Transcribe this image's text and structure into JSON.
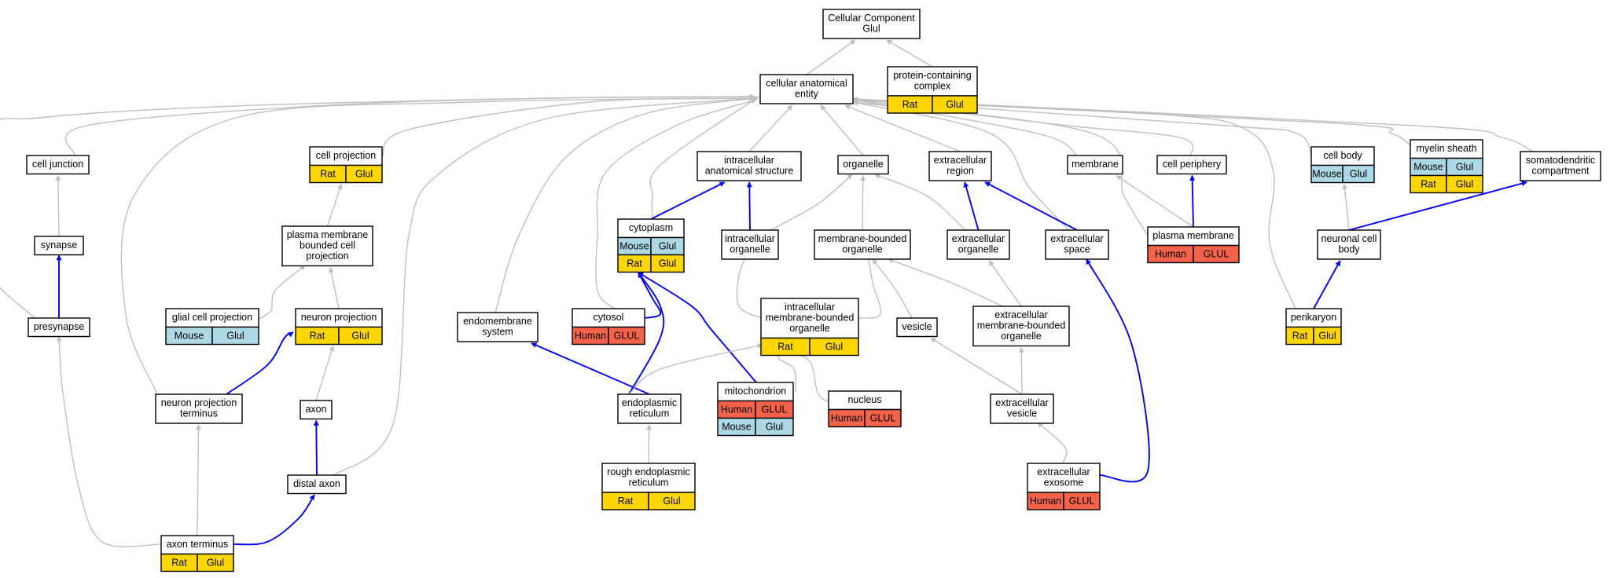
{
  "colors": {
    "rat": "#ffd700",
    "mouse": "#add8e6",
    "human": "#f4624a",
    "is_a_edge": "#c0c0c0",
    "part_of_edge": "#0000ff",
    "node_fill": "#ffffff"
  },
  "nodes": [
    {
      "id": "cc",
      "label": [
        "Cellular Component",
        "Glul"
      ],
      "annotations": []
    },
    {
      "id": "pcc",
      "label": [
        "protein-containing",
        "complex"
      ],
      "annotations": [
        {
          "species": "Rat",
          "gene": "Glul"
        }
      ]
    },
    {
      "id": "cae",
      "label": [
        "cellular anatomical",
        "entity"
      ],
      "annotations": []
    },
    {
      "id": "cj",
      "label": [
        "cell junction"
      ],
      "annotations": []
    },
    {
      "id": "cp",
      "label": [
        "cell projection"
      ],
      "annotations": [
        {
          "species": "Rat",
          "gene": "Glul"
        }
      ]
    },
    {
      "id": "ias",
      "label": [
        "intracellular",
        "anatomical structure"
      ],
      "annotations": []
    },
    {
      "id": "org",
      "label": [
        "organelle"
      ],
      "annotations": []
    },
    {
      "id": "er",
      "label": [
        "extracellular",
        "region"
      ],
      "annotations": []
    },
    {
      "id": "mem",
      "label": [
        "membrane"
      ],
      "annotations": []
    },
    {
      "id": "cper",
      "label": [
        "cell periphery"
      ],
      "annotations": []
    },
    {
      "id": "cb",
      "label": [
        "cell body"
      ],
      "annotations": [
        {
          "species": "Mouse",
          "gene": "Glul"
        }
      ]
    },
    {
      "id": "ms",
      "label": [
        "myelin sheath"
      ],
      "annotations": [
        {
          "species": "Mouse",
          "gene": "Glul"
        },
        {
          "species": "Rat",
          "gene": "Glul"
        }
      ]
    },
    {
      "id": "sdc",
      "label": [
        "somatodendritic",
        "compartment"
      ],
      "annotations": []
    },
    {
      "id": "syn",
      "label": [
        "synapse"
      ],
      "annotations": []
    },
    {
      "id": "pmbcp",
      "label": [
        "plasma membrane",
        "bounded cell",
        "projection"
      ],
      "annotations": []
    },
    {
      "id": "cyto",
      "label": [
        "cytoplasm"
      ],
      "annotations": [
        {
          "species": "Mouse",
          "gene": "Glul"
        },
        {
          "species": "Rat",
          "gene": "Glul"
        }
      ]
    },
    {
      "id": "io",
      "label": [
        "intracellular",
        "organelle"
      ],
      "annotations": []
    },
    {
      "id": "mbo",
      "label": [
        "membrane-bounded",
        "organelle"
      ],
      "annotations": []
    },
    {
      "id": "eo",
      "label": [
        "extracellular",
        "organelle"
      ],
      "annotations": []
    },
    {
      "id": "es",
      "label": [
        "extracellular",
        "space"
      ],
      "annotations": []
    },
    {
      "id": "pm",
      "label": [
        "plasma membrane"
      ],
      "annotations": [
        {
          "species": "Human",
          "gene": "GLUL"
        }
      ]
    },
    {
      "id": "ncb",
      "label": [
        "neuronal cell",
        "body"
      ],
      "annotations": []
    },
    {
      "id": "pre",
      "label": [
        "presynapse"
      ],
      "annotations": []
    },
    {
      "id": "gcp",
      "label": [
        "glial cell projection"
      ],
      "annotations": [
        {
          "species": "Mouse",
          "gene": "Glul"
        }
      ]
    },
    {
      "id": "np",
      "label": [
        "neuron projection"
      ],
      "annotations": [
        {
          "species": "Rat",
          "gene": "Glul"
        }
      ]
    },
    {
      "id": "ems",
      "label": [
        "endomembrane",
        "system"
      ],
      "annotations": []
    },
    {
      "id": "cytosol",
      "label": [
        "cytosol"
      ],
      "annotations": [
        {
          "species": "Human",
          "gene": "GLUL"
        }
      ]
    },
    {
      "id": "imbo",
      "label": [
        "intracellular",
        "membrane-bounded",
        "organelle"
      ],
      "annotations": [
        {
          "species": "Rat",
          "gene": "Glul"
        }
      ]
    },
    {
      "id": "ves",
      "label": [
        "vesicle"
      ],
      "annotations": []
    },
    {
      "id": "embo",
      "label": [
        "extracellular",
        "membrane-bounded",
        "organelle"
      ],
      "annotations": []
    },
    {
      "id": "peri",
      "label": [
        "perikaryon"
      ],
      "annotations": [
        {
          "species": "Rat",
          "gene": "Glul"
        }
      ]
    },
    {
      "id": "npt",
      "label": [
        "neuron projection",
        "terminus"
      ],
      "annotations": []
    },
    {
      "id": "axon",
      "label": [
        "axon"
      ],
      "annotations": []
    },
    {
      "id": "endo",
      "label": [
        "endoplasmic",
        "reticulum"
      ],
      "annotations": []
    },
    {
      "id": "mito",
      "label": [
        "mitochondrion"
      ],
      "annotations": [
        {
          "species": "Human",
          "gene": "GLUL"
        },
        {
          "species": "Mouse",
          "gene": "Glul"
        }
      ]
    },
    {
      "id": "nuc",
      "label": [
        "nucleus"
      ],
      "annotations": [
        {
          "species": "Human",
          "gene": "GLUL"
        }
      ]
    },
    {
      "id": "ev",
      "label": [
        "extracellular",
        "vesicle"
      ],
      "annotations": []
    },
    {
      "id": "dax",
      "label": [
        "distal axon"
      ],
      "annotations": []
    },
    {
      "id": "rer",
      "label": [
        "rough endoplasmic",
        "reticulum"
      ],
      "annotations": [
        {
          "species": "Rat",
          "gene": "Glul"
        }
      ]
    },
    {
      "id": "exo",
      "label": [
        "extracellular",
        "exosome"
      ],
      "annotations": [
        {
          "species": "Human",
          "gene": "GLUL"
        }
      ]
    },
    {
      "id": "at",
      "label": [
        "axon terminus"
      ],
      "annotations": [
        {
          "species": "Rat",
          "gene": "Glul"
        }
      ]
    }
  ],
  "edges": [
    {
      "from": "cae",
      "to": "cc",
      "type": "is_a"
    },
    {
      "from": "pcc",
      "to": "cc",
      "type": "is_a"
    },
    {
      "from": "cj",
      "to": "cae",
      "type": "is_a"
    },
    {
      "from": "cp",
      "to": "cae",
      "type": "is_a"
    },
    {
      "from": "ias",
      "to": "cae",
      "type": "is_a"
    },
    {
      "from": "org",
      "to": "cae",
      "type": "is_a"
    },
    {
      "from": "er",
      "to": "cae",
      "type": "is_a"
    },
    {
      "from": "mem",
      "to": "cae",
      "type": "is_a"
    },
    {
      "from": "cper",
      "to": "cae",
      "type": "is_a"
    },
    {
      "from": "cb",
      "to": "cae",
      "type": "is_a"
    },
    {
      "from": "ms",
      "to": "cae",
      "type": "is_a"
    },
    {
      "from": "sdc",
      "to": "cae",
      "type": "is_a"
    },
    {
      "from": "pre",
      "to": "cae",
      "type": "is_a"
    },
    {
      "from": "npt",
      "to": "cae",
      "type": "is_a"
    },
    {
      "from": "dax",
      "to": "cae",
      "type": "is_a"
    },
    {
      "from": "ems",
      "to": "cae",
      "type": "is_a"
    },
    {
      "from": "cytosol",
      "to": "cae",
      "type": "is_a"
    },
    {
      "from": "cyto",
      "to": "cae",
      "type": "is_a"
    },
    {
      "from": "es",
      "to": "cae",
      "type": "is_a"
    },
    {
      "from": "pm",
      "to": "cae",
      "type": "is_a"
    },
    {
      "from": "peri",
      "to": "cae",
      "type": "is_a"
    },
    {
      "from": "syn",
      "to": "cj",
      "type": "is_a"
    },
    {
      "from": "pre",
      "to": "syn",
      "type": "part_of"
    },
    {
      "from": "pmbcp",
      "to": "cp",
      "type": "is_a"
    },
    {
      "from": "gcp",
      "to": "pmbcp",
      "type": "is_a"
    },
    {
      "from": "np",
      "to": "pmbcp",
      "type": "is_a"
    },
    {
      "from": "npt",
      "to": "np",
      "type": "part_of"
    },
    {
      "from": "axon",
      "to": "np",
      "type": "is_a"
    },
    {
      "from": "dax",
      "to": "axon",
      "type": "part_of"
    },
    {
      "from": "at",
      "to": "dax",
      "type": "part_of"
    },
    {
      "from": "at",
      "to": "npt",
      "type": "is_a"
    },
    {
      "from": "at",
      "to": "pre",
      "type": "is_a"
    },
    {
      "from": "cyto",
      "to": "ias",
      "type": "part_of"
    },
    {
      "from": "io",
      "to": "ias",
      "type": "part_of"
    },
    {
      "from": "io",
      "to": "org",
      "type": "is_a"
    },
    {
      "from": "mbo",
      "to": "org",
      "type": "is_a"
    },
    {
      "from": "eo",
      "to": "org",
      "type": "is_a"
    },
    {
      "from": "eo",
      "to": "er",
      "type": "part_of"
    },
    {
      "from": "es",
      "to": "er",
      "type": "part_of"
    },
    {
      "from": "pm",
      "to": "mem",
      "type": "is_a"
    },
    {
      "from": "pm",
      "to": "cper",
      "type": "part_of"
    },
    {
      "from": "ncb",
      "to": "cb",
      "type": "is_a"
    },
    {
      "from": "ncb",
      "to": "sdc",
      "type": "part_of"
    },
    {
      "from": "peri",
      "to": "ncb",
      "type": "part_of"
    },
    {
      "from": "cytosol",
      "to": "cyto",
      "type": "part_of"
    },
    {
      "from": "endo",
      "to": "cyto",
      "type": "part_of"
    },
    {
      "from": "mito",
      "to": "cyto",
      "type": "part_of"
    },
    {
      "from": "endo",
      "to": "ems",
      "type": "part_of"
    },
    {
      "from": "imbo",
      "to": "io",
      "type": "is_a"
    },
    {
      "from": "imbo",
      "to": "mbo",
      "type": "is_a"
    },
    {
      "from": "ves",
      "to": "mbo",
      "type": "is_a"
    },
    {
      "from": "embo",
      "to": "mbo",
      "type": "is_a"
    },
    {
      "from": "embo",
      "to": "eo",
      "type": "is_a"
    },
    {
      "from": "endo",
      "to": "imbo",
      "type": "is_a"
    },
    {
      "from": "mito",
      "to": "imbo",
      "type": "is_a"
    },
    {
      "from": "nuc",
      "to": "imbo",
      "type": "is_a"
    },
    {
      "from": "ev",
      "to": "ves",
      "type": "is_a"
    },
    {
      "from": "ev",
      "to": "embo",
      "type": "is_a"
    },
    {
      "from": "exo",
      "to": "ev",
      "type": "is_a"
    },
    {
      "from": "exo",
      "to": "es",
      "type": "part_of"
    },
    {
      "from": "rer",
      "to": "endo",
      "type": "is_a"
    }
  ]
}
